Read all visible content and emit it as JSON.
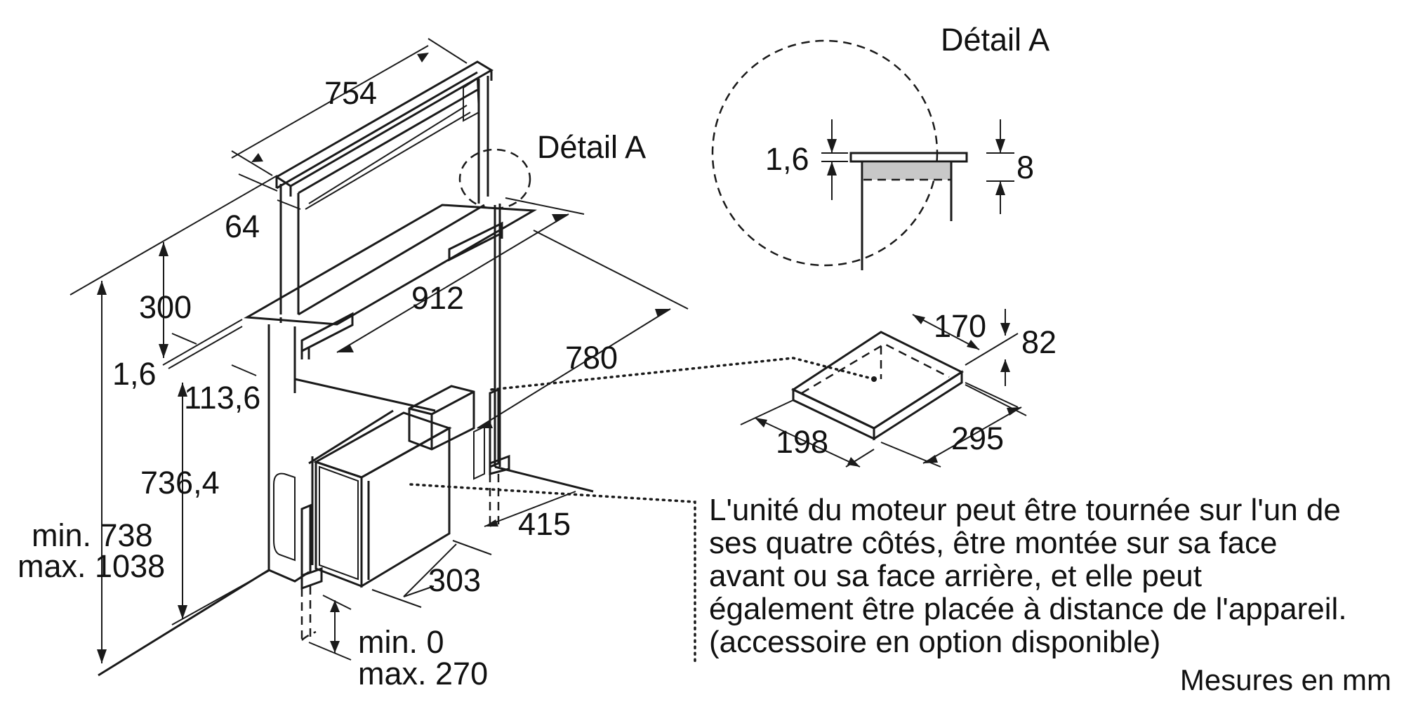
{
  "detail_label_main": "Détail A",
  "detail_label_circle": "Détail A",
  "dims": {
    "d754": "754",
    "d64": "64",
    "d300": "300",
    "d912": "912",
    "d1_6": "1,6",
    "d113_6": "113,6",
    "d780": "780",
    "d736_4": "736,4",
    "min738": "min. 738",
    "max1038": "max. 1038",
    "d415": "415",
    "d303": "303",
    "min0": "min. 0",
    "max270": "max. 270",
    "det_1_6": "1,6",
    "det_8": "8",
    "d170": "170",
    "d82": "82",
    "d198": "198",
    "d295": "295"
  },
  "note": {
    "line1": "L'unité du moteur peut être tournée sur l'un de",
    "line2": "ses quatre côtés, être montée sur sa face",
    "line3": "avant ou sa face arrière, et elle peut",
    "line4": "également être placée à distance de l'appareil.",
    "line5": "(accessoire en option disponible)"
  },
  "footer": "Mesures en mm"
}
